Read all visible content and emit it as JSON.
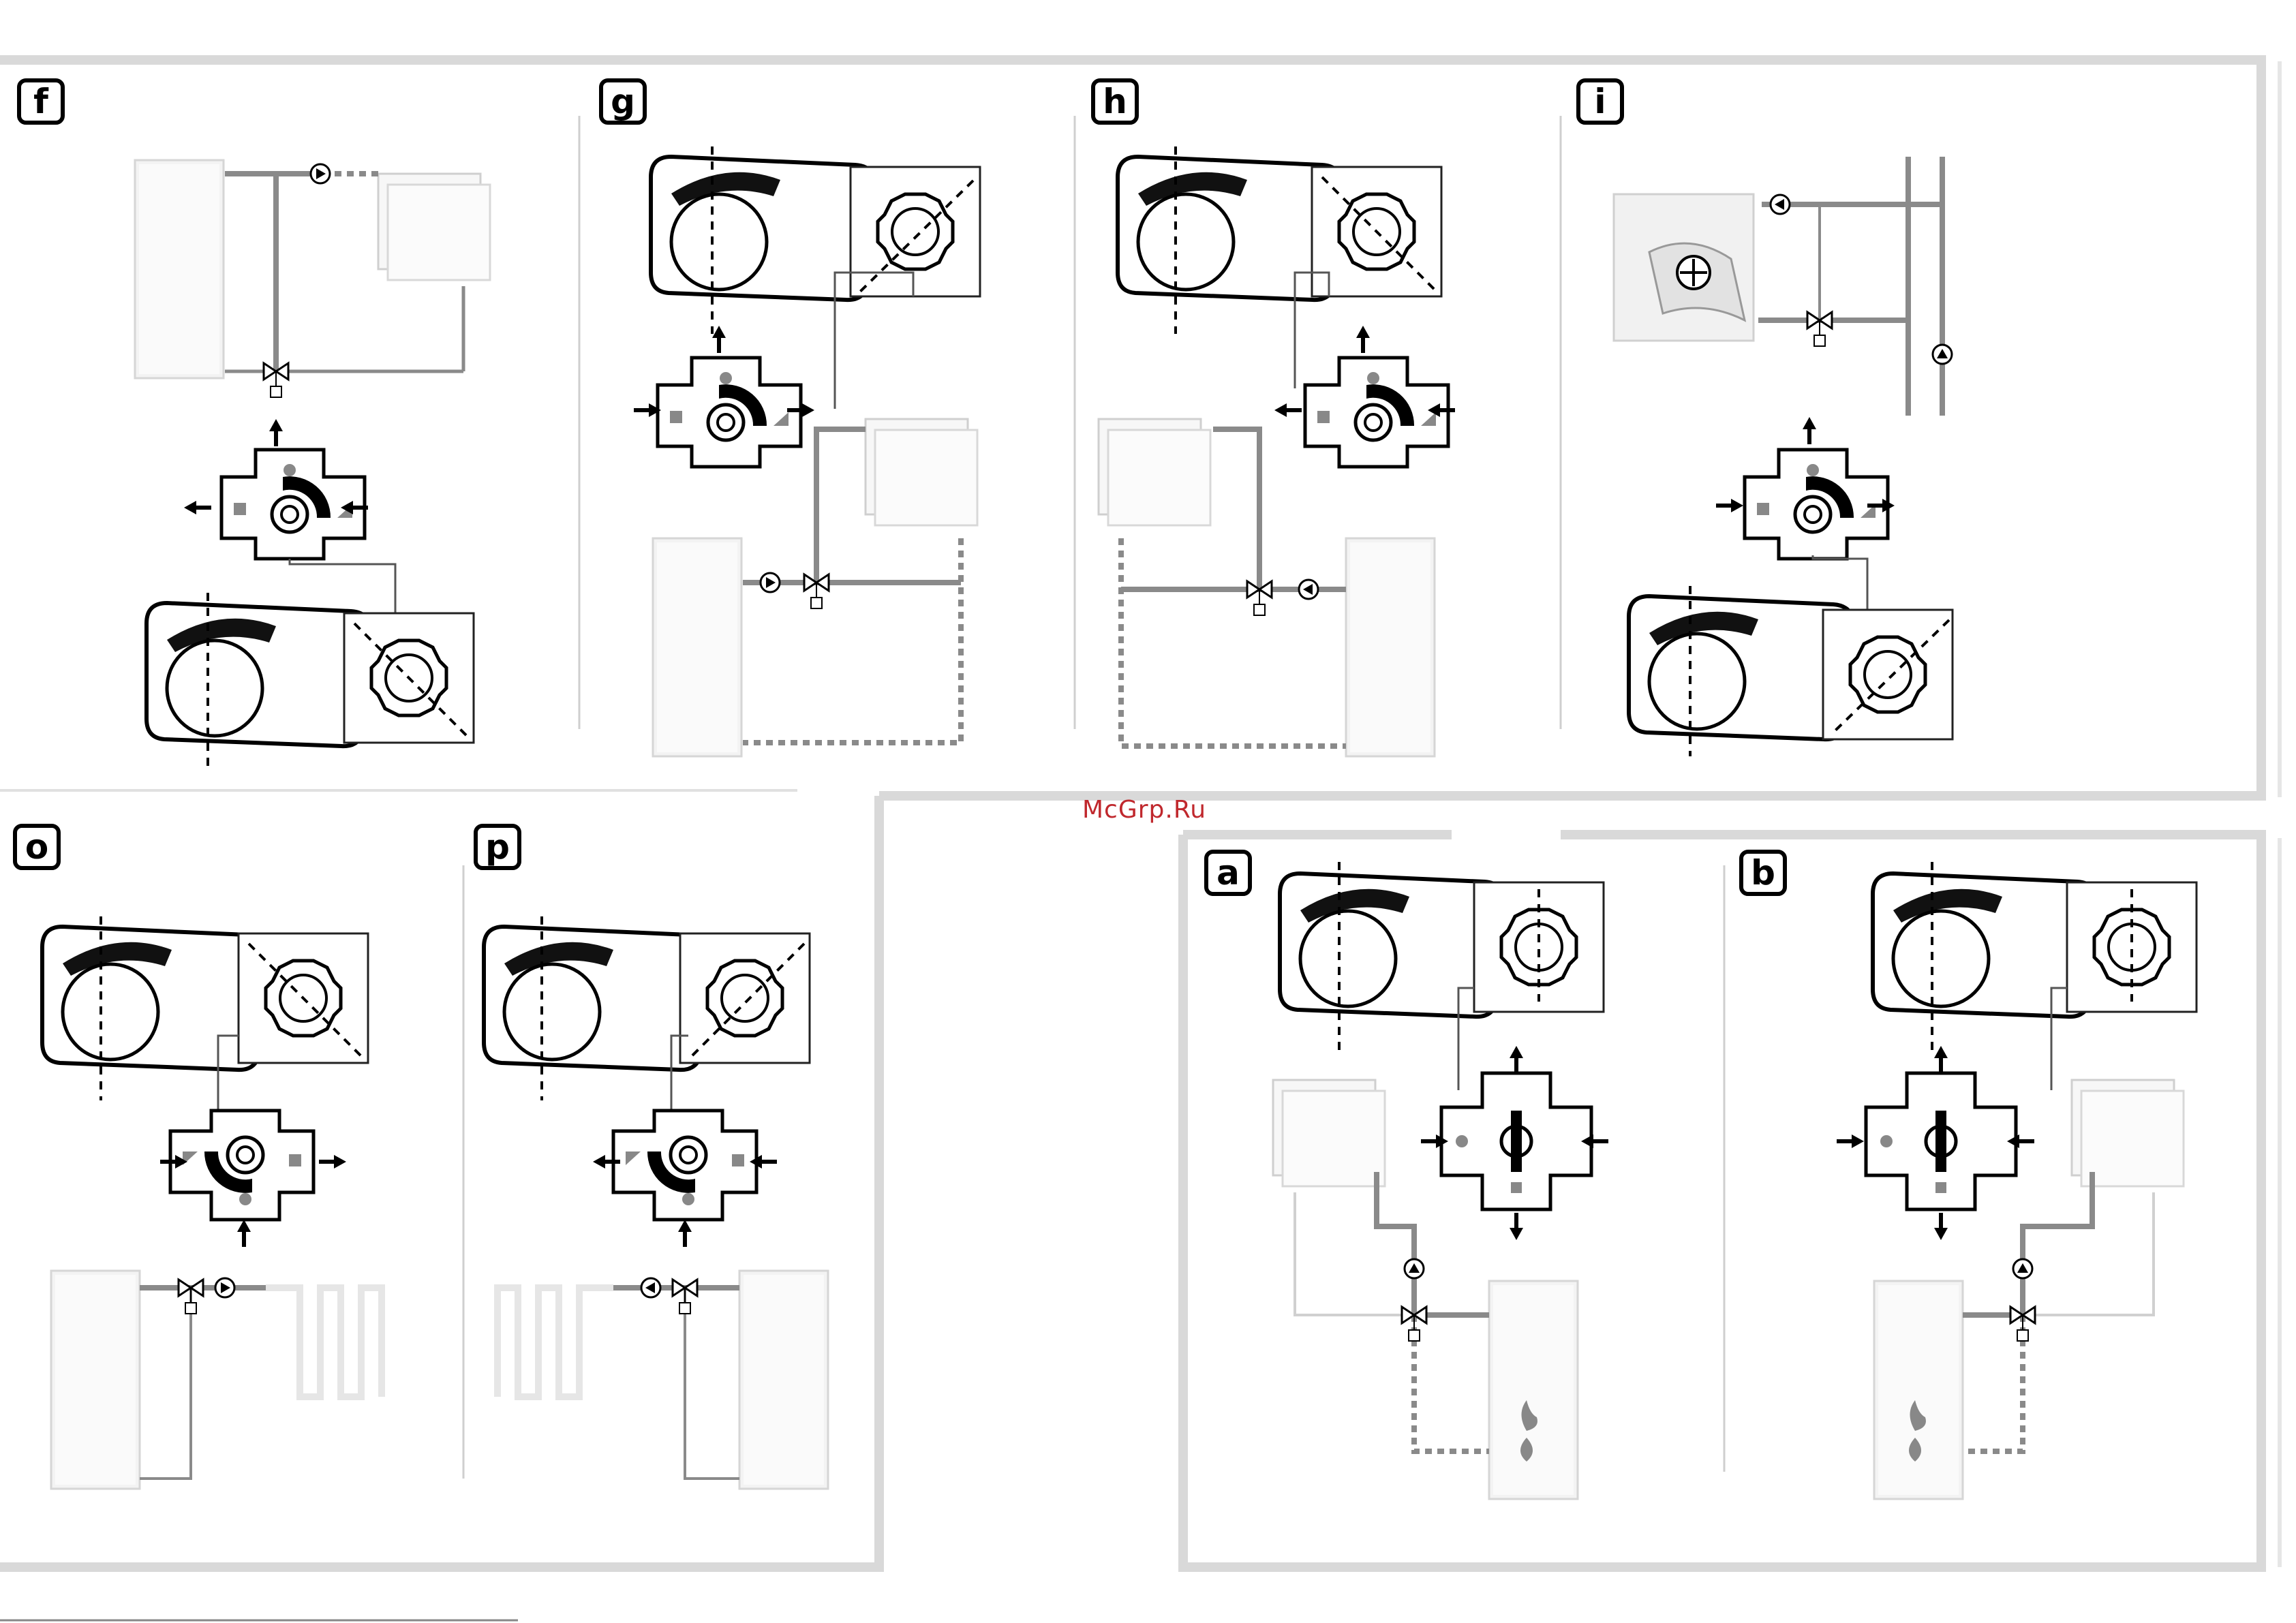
{
  "watermark": "McGrp.Ru",
  "colors": {
    "frame": "#d9d9d9",
    "line": "#000000",
    "pipe": "#8a8a8a",
    "pipe_dashed": "#9a9a9a",
    "device": "#f2f2f2"
  },
  "panels": [
    {
      "id": "f",
      "label": "f"
    },
    {
      "id": "g",
      "label": "g"
    },
    {
      "id": "h",
      "label": "h"
    },
    {
      "id": "i",
      "label": "i"
    },
    {
      "id": "o",
      "label": "o"
    },
    {
      "id": "p",
      "label": "p"
    },
    {
      "id": "a",
      "label": "a"
    },
    {
      "id": "b",
      "label": "b"
    }
  ],
  "icons": [
    "actuator-icon",
    "valve-body-icon",
    "rotation-indicator-icon",
    "radiator-icon",
    "boiler-icon",
    "pump-icon",
    "flame-icon",
    "floor-heating-icon"
  ]
}
